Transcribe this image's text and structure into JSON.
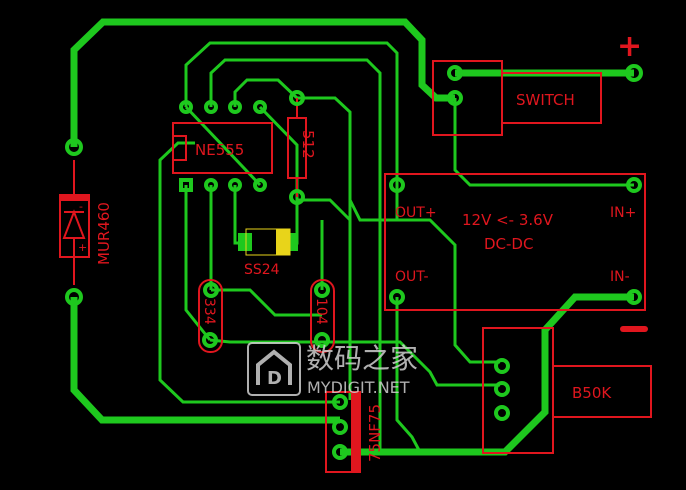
{
  "board": {
    "title": "12V boost DC-DC PCB layout",
    "colors": {
      "background": "#000000",
      "copper": "#1ec81e",
      "silkscreen": "#e0161e",
      "diode_band": "#e8d41a",
      "watermark": "#cfcfcf"
    }
  },
  "components": {
    "ic": {
      "label": "NE555"
    },
    "resistor": {
      "label": "512"
    },
    "diode_smd": {
      "label": "SS24"
    },
    "cap_left": {
      "label": "334"
    },
    "cap_right": {
      "label": "104"
    },
    "diode_main": {
      "label": "MUR460",
      "minus": "-",
      "plus": "+"
    },
    "mosfet": {
      "label": "75NF75"
    },
    "switch": {
      "label": "SWITCH"
    },
    "dcdc": {
      "title": "12V <- 3.6V",
      "subtitle": "DC-DC",
      "out_plus": "OUT+",
      "out_minus": "OUT-",
      "in_plus": "IN+",
      "in_minus": "IN-"
    },
    "pot": {
      "label": "B50K"
    }
  },
  "terminals": {
    "plus": "+",
    "minus": "-"
  },
  "watermark": {
    "chinese": "数码之家",
    "site": "MYDIGIT.NET",
    "logo_letter": "D"
  }
}
